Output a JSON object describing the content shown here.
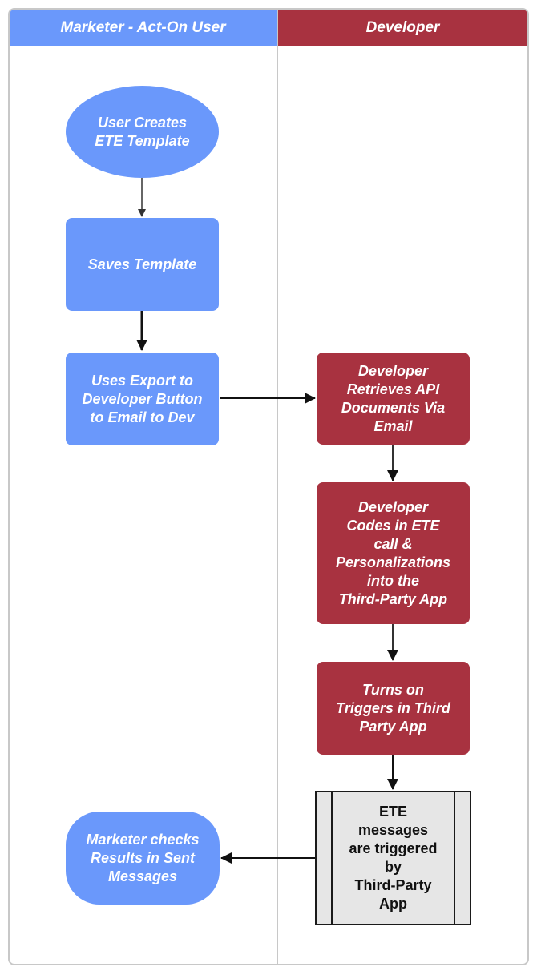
{
  "lanes": {
    "marketer": "Marketer - Act-On User",
    "developer": "Developer"
  },
  "nodes": {
    "user_creates": "User Creates\nETE Template",
    "saves_template": "Saves Template",
    "uses_export": "Uses Export to\nDeveloper Button\nto Email to Dev",
    "developer_retrieves": "Developer\nRetrieves API\nDocuments Via\nEmail",
    "developer_codes": "Developer\nCodes in ETE\ncall &\nPersonalizations\ninto the\nThird-Party App",
    "turns_on": "Turns on\nTriggers in Third\nParty App",
    "ete_triggered": "ETE\nmessages\nare triggered\nby\nThird-Party\nApp",
    "marketer_checks": "Marketer checks\nResults in Sent\nMessages"
  },
  "colors": {
    "marketer_lane": "#6a98fb",
    "developer_lane": "#a83240",
    "process_fill": "#e6e6e6",
    "arrow": "#1a1a1a"
  }
}
